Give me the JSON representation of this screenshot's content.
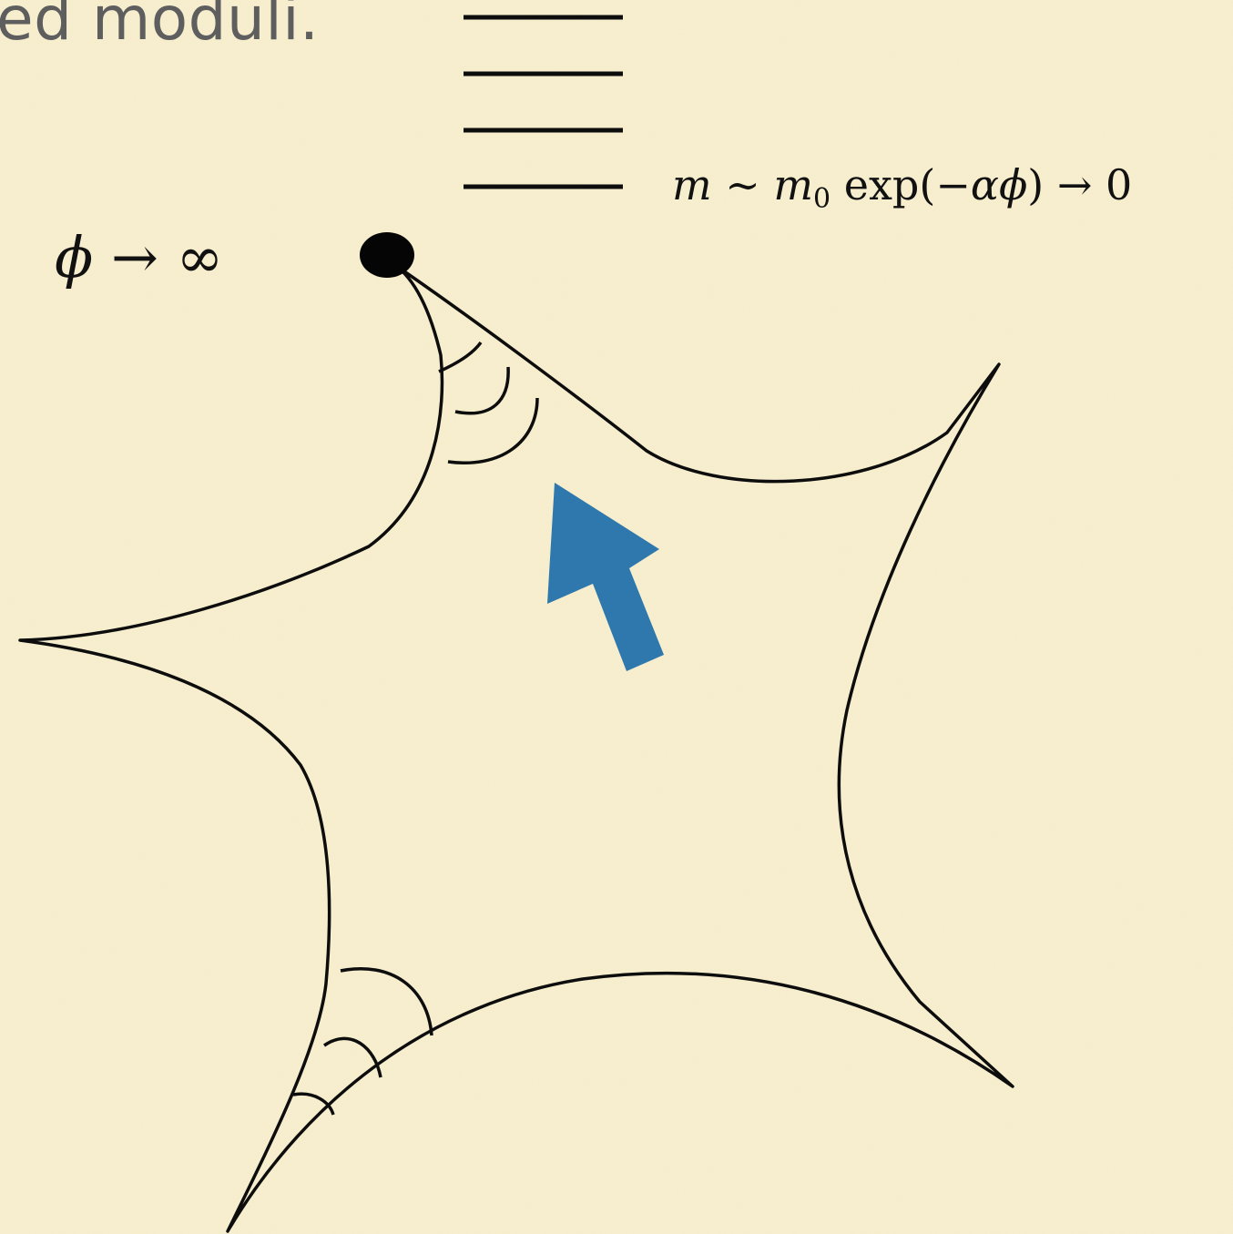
{
  "heading_fragment": "ed moduli.",
  "mass_formula": {
    "m": "m",
    "sim": " ∼ ",
    "m0_base": "m",
    "m0_sub": "0",
    "exp_func": " exp(−",
    "alpha_phi": "αϕ",
    "tail": ") → 0"
  },
  "limit_label": {
    "phi": "ϕ",
    "arrow_infinity": " → ∞"
  },
  "colors": {
    "background": "#f8efcf",
    "ink": "#0d0d0d",
    "arrow": "#2f78ad",
    "heading": "#5e5e5e"
  },
  "icons": {
    "singular_point": "filled-black-dot",
    "direction_arrow": "blue-arrow-up-left"
  }
}
